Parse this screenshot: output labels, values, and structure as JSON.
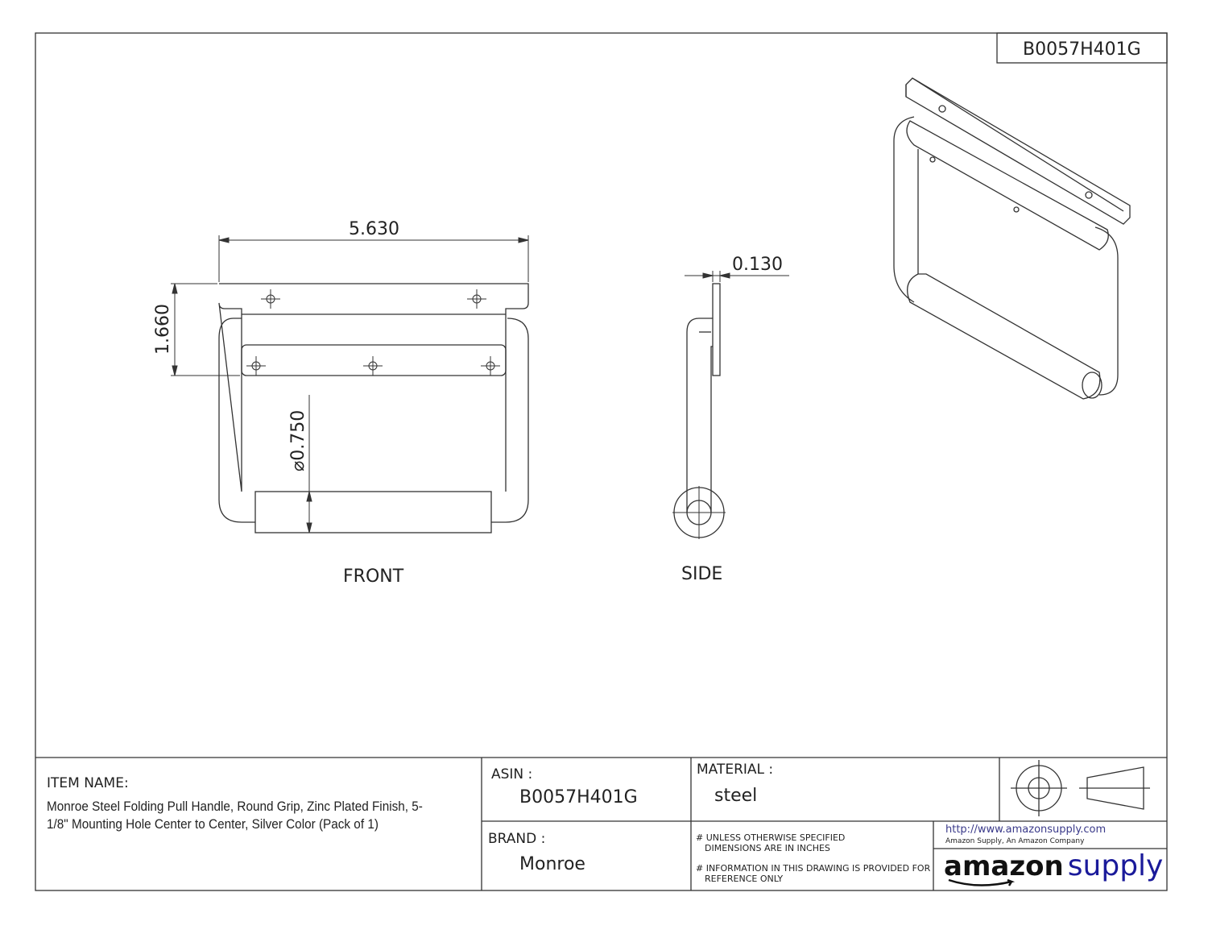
{
  "drawing_id": "B0057H401G",
  "views": {
    "front": "FRONT",
    "side": "SIDE"
  },
  "dimensions": {
    "width": "5.630",
    "height": "1.660",
    "grip_diameter": "0.750",
    "diameter_symbol": "⌀",
    "plate_thickness": "0.130"
  },
  "title_block": {
    "item_name_label": "ITEM NAME:",
    "item_name": "Monroe Steel Folding Pull Handle, Round Grip, Zinc Plated Finish, 5-1/8\" Mounting Hole Center to Center, Silver Color (Pack of 1)",
    "asin_label": "ASIN :",
    "asin": "B0057H401G",
    "material_label": "MATERIAL :",
    "material": "steel",
    "brand_label": "BRAND :",
    "brand": "Monroe",
    "note1_line1": "# UNLESS OTHERWISE SPECIFIED",
    "note1_line2": "DIMENSIONS ARE IN INCHES",
    "note2_line1": "# INFORMATION IN THIS DRAWING IS PROVIDED FOR",
    "note2_line2": "REFERENCE ONLY",
    "url": "http://www.amazonsupply.com",
    "company": "Amazon Supply, An Amazon Company",
    "logo_amazon": "amazon",
    "logo_supply": "supply"
  },
  "colors": {
    "line": "#333333",
    "link": "#3a3a8a",
    "supply": "#1a1a9a"
  }
}
